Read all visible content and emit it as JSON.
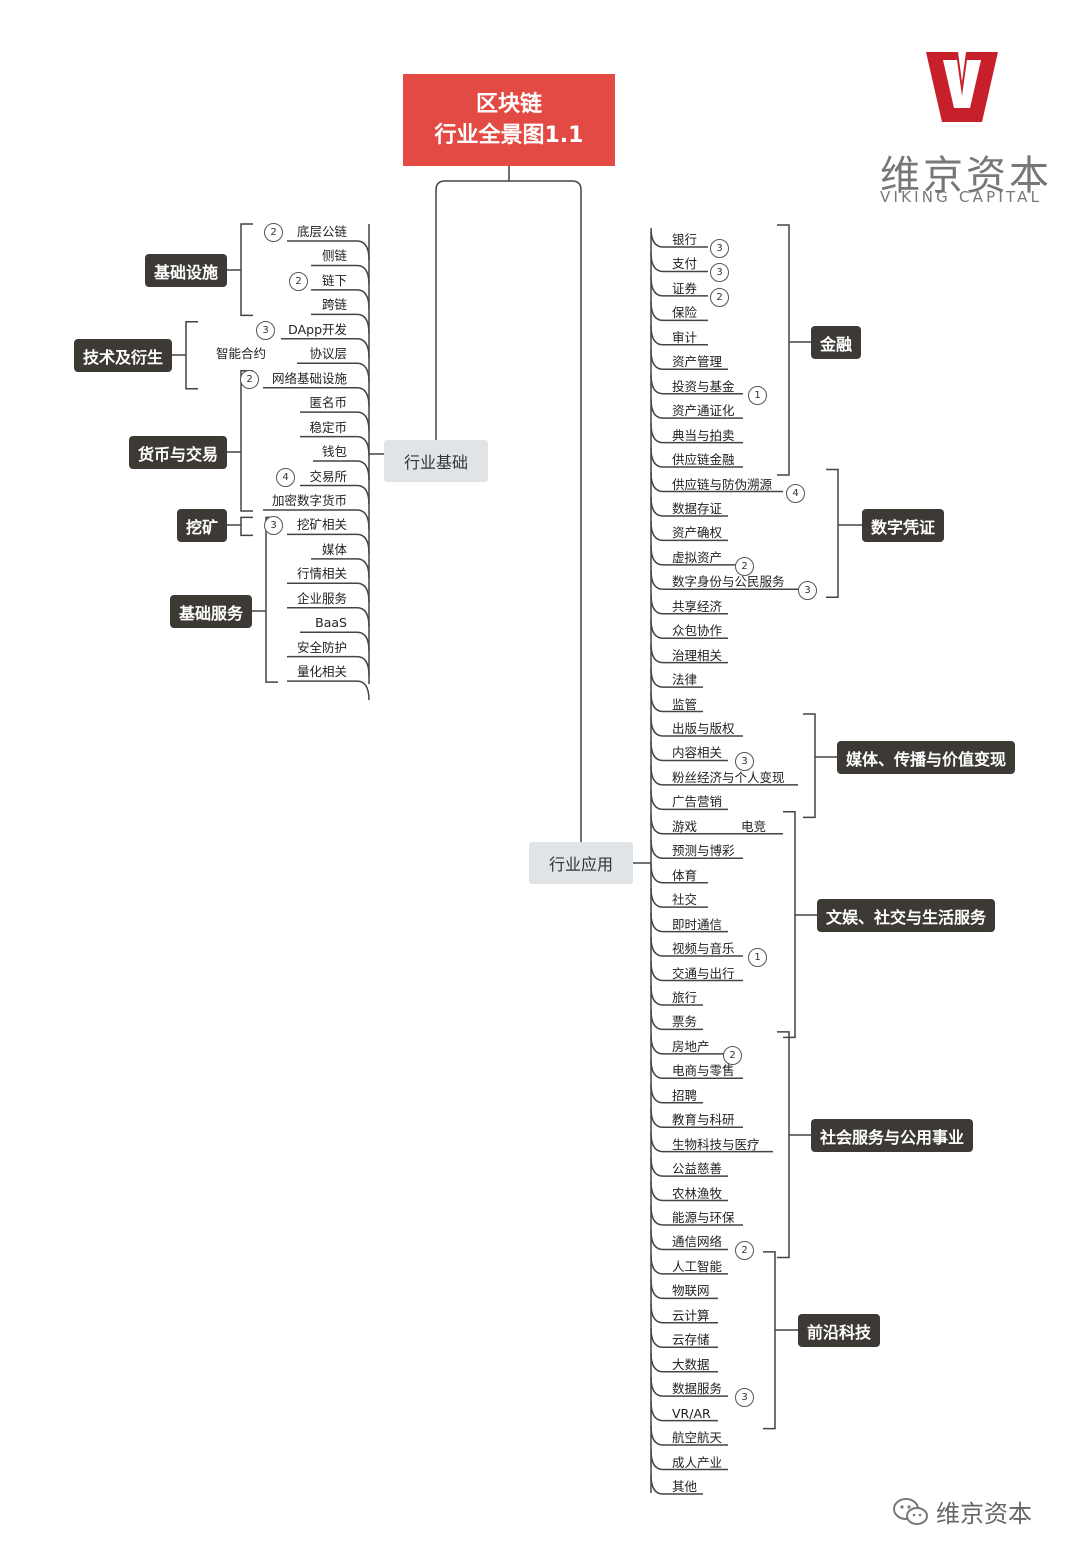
{
  "title": {
    "line1": "区块链",
    "line2": "行业全景图1.1"
  },
  "logo": {
    "name_cn": "维京资本",
    "name_en": "VIKING CAPITAL",
    "brand_color": "#c8202a"
  },
  "watermark": {
    "text": "维京资本",
    "icon": "wechat-icon"
  },
  "colors": {
    "root": "#e24a43",
    "hub": "#e0e4e7",
    "group": "#3d3a36"
  },
  "hubs": {
    "foundation": "行业基础",
    "application": "行业应用"
  },
  "left_groups": [
    {
      "label": "基础设施",
      "items": [
        {
          "label": "底层公链",
          "badge": "2"
        },
        {
          "label": "侧链"
        },
        {
          "label": "链下",
          "badge": "2"
        },
        {
          "label": "跨链"
        }
      ]
    },
    {
      "label": "技术及衍生",
      "items": [
        {
          "label": "DApp开发",
          "badge": "3"
        },
        {
          "label": "协议层",
          "side": "智能合约"
        },
        {
          "label": "网络基础设施"
        }
      ]
    },
    {
      "label": "货币与交易",
      "items": [
        {
          "label": "网络基础设施",
          "badge": "2"
        },
        {
          "label": "匿名币"
        },
        {
          "label": "稳定币"
        },
        {
          "label": "钱包"
        },
        {
          "label": "交易所",
          "badge": "4"
        },
        {
          "label": "加密数字货币"
        }
      ]
    },
    {
      "label": "挖矿",
      "items": [
        {
          "label": "挖矿相关"
        }
      ]
    },
    {
      "label": "基础服务",
      "items": [
        {
          "label": "挖矿相关",
          "badge": "3"
        },
        {
          "label": "媒体"
        },
        {
          "label": "行情相关"
        },
        {
          "label": "企业服务"
        },
        {
          "label": "BaaS"
        },
        {
          "label": "安全防护"
        },
        {
          "label": "量化相关"
        }
      ]
    }
  ],
  "left_items": [
    {
      "label": "底层公链",
      "badge": "2"
    },
    {
      "label": "侧链"
    },
    {
      "label": "链下",
      "badge": "2"
    },
    {
      "label": "跨链"
    },
    {
      "label": "DApp开发",
      "badge": "3"
    },
    {
      "label": "协议层",
      "side": "智能合约"
    },
    {
      "label": "网络基础设施",
      "badge": "2"
    },
    {
      "label": "匿名币"
    },
    {
      "label": "稳定币"
    },
    {
      "label": "钱包"
    },
    {
      "label": "交易所",
      "badge": "4"
    },
    {
      "label": "加密数字货币"
    },
    {
      "label": "挖矿相关",
      "badge": "3"
    },
    {
      "label": "媒体"
    },
    {
      "label": "行情相关"
    },
    {
      "label": "企业服务"
    },
    {
      "label": "BaaS"
    },
    {
      "label": "安全防护"
    },
    {
      "label": "量化相关"
    }
  ],
  "left_group_labels": [
    "基础设施",
    "技术及衍生",
    "货币与交易",
    "挖矿",
    "基础服务"
  ],
  "right_items": [
    {
      "label": "银行",
      "badge": "3"
    },
    {
      "label": "支付",
      "badge": "3"
    },
    {
      "label": "证券",
      "badge": "2"
    },
    {
      "label": "保险"
    },
    {
      "label": "审计"
    },
    {
      "label": "资产管理"
    },
    {
      "label": "投资与基金",
      "badge": "1"
    },
    {
      "label": "资产通证化"
    },
    {
      "label": "典当与拍卖"
    },
    {
      "label": "供应链金融"
    },
    {
      "label": "供应链与防伪溯源",
      "badge": "4"
    },
    {
      "label": "数据存证"
    },
    {
      "label": "资产确权"
    },
    {
      "label": "虚拟资产",
      "badge": "2"
    },
    {
      "label": "数字身份与公民服务",
      "badge": "3"
    },
    {
      "label": "共享经济"
    },
    {
      "label": "众包协作"
    },
    {
      "label": "治理相关"
    },
    {
      "label": "法律"
    },
    {
      "label": "监管"
    },
    {
      "label": "出版与版权"
    },
    {
      "label": "内容相关",
      "badge": "3"
    },
    {
      "label": "粉丝经济与个人变现"
    },
    {
      "label": "广告营销"
    },
    {
      "label": "游戏",
      "side": "电竞"
    },
    {
      "label": "预测与博彩"
    },
    {
      "label": "体育"
    },
    {
      "label": "社交"
    },
    {
      "label": "即时通信"
    },
    {
      "label": "视频与音乐",
      "badge": "1"
    },
    {
      "label": "交通与出行"
    },
    {
      "label": "旅行"
    },
    {
      "label": "票务"
    },
    {
      "label": "房地产",
      "badge": "2"
    },
    {
      "label": "电商与零售"
    },
    {
      "label": "招聘"
    },
    {
      "label": "教育与科研"
    },
    {
      "label": "生物科技与医疗"
    },
    {
      "label": "公益慈善"
    },
    {
      "label": "农林渔牧"
    },
    {
      "label": "能源与环保"
    },
    {
      "label": "通信网络",
      "badge": "2"
    },
    {
      "label": "人工智能"
    },
    {
      "label": "物联网"
    },
    {
      "label": "云计算"
    },
    {
      "label": "云存储"
    },
    {
      "label": "大数据"
    },
    {
      "label": "数据服务",
      "badge": "3"
    },
    {
      "label": "VR/AR"
    },
    {
      "label": "航空航天"
    },
    {
      "label": "成人产业"
    },
    {
      "label": "其他"
    }
  ],
  "right_group_labels": [
    "金融",
    "数字凭证",
    "媒体、传播与价值变现",
    "文娱、社交与生活服务",
    "社会服务与公用事业",
    "前沿科技"
  ]
}
